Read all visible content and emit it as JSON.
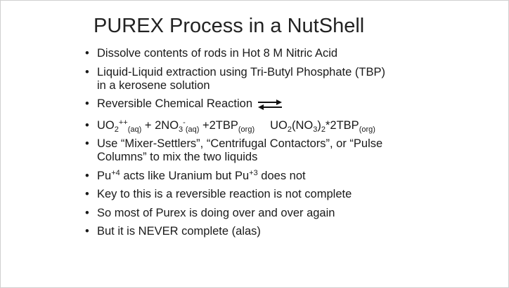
{
  "title": "PUREX Process in a NutShell",
  "bullets": [
    {
      "text": "Dissolve contents of rods in Hot 8 M Nitric Acid"
    },
    {
      "line1": "Liquid-Liquid extraction using Tri-Butyl Phosphate (TBP)",
      "line2": "in a kerosene solution"
    },
    {
      "text": "Reversible Chemical Reaction"
    },
    {
      "uo2": "UO",
      "sub2a": "2",
      "sup_pp": "++",
      "sub_aq1": "(aq)",
      "plus2no": " + 2NO",
      "sub3": "3",
      "sup_minus": "-",
      "sub_aq2": "(aq)",
      "plus2tbp": " +2TBP",
      "sub_org1": "(org)",
      "prod_uo": "UO",
      "sub2b": "2",
      "paren_no": "(NO",
      "sub3b": "3",
      "paren_close": ")",
      "sub2c": "2",
      "star_tbp": "*2TBP",
      "sub_org2": "(org)"
    },
    {
      "line1": "Use “Mixer-Settlers”, “Centrifugal Contactors”, or “Pulse",
      "line2": "Columns” to mix the two liquids"
    },
    {
      "pu1": "Pu",
      "sup4": "+4",
      "mid": " acts like Uranium but Pu",
      "sup3": "+3",
      "tail": " does not"
    },
    {
      "text": "Key to this is a reversible reaction is not complete"
    },
    {
      "text": "So most of Purex is doing over and over again"
    },
    {
      "text": "But it is NEVER complete (alas)"
    }
  ],
  "icons": {
    "reversible": "equilibrium-arrows-icon"
  }
}
